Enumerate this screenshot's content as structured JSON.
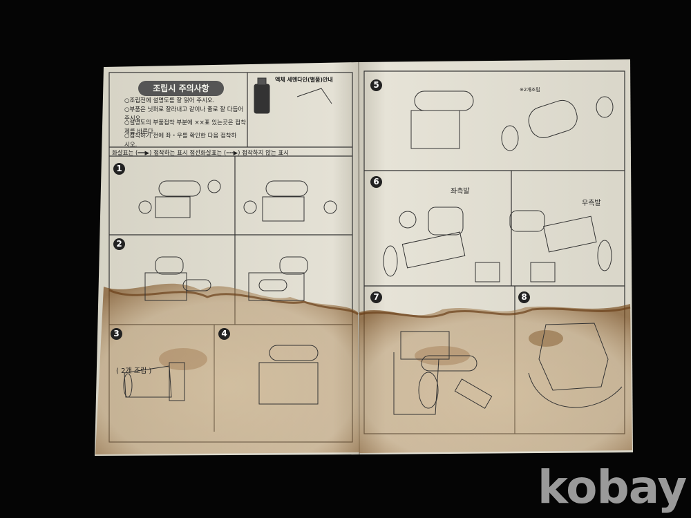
{
  "manual": {
    "title": "조립시 주의사항",
    "notes": [
      "○조립전에 설명도를 잘 읽어 주시오.",
      "○부품은 닛퍼로 잘라내고 같이나 줄로 잘 다듬어 주시오.",
      "○설명도의 부품접착 부분에 ××표 있는곳은 접착제를 바른다.",
      "○접착하기 전에 좌・우를 확인한 다음 접착하시오."
    ],
    "product_title": "액체 세멘다인(별품)안내",
    "legend_text": "화살표는 (━━▶) 접착하는 표시 점선화살표는 (╍╍▶) 접착하지 않는 표시",
    "steps": {
      "s1": "1",
      "s2": "2",
      "s3": "3",
      "s4": "4",
      "s5": "5",
      "s6": "6",
      "s7": "7",
      "s8": "8"
    },
    "labels": {
      "two_assembly": "( 2개 조립 )",
      "left_leg": "좌측발",
      "right_leg": "우측발",
      "two_pcs": "※2개조립"
    }
  },
  "watermark": "kobay",
  "colors": {
    "background": "#050505",
    "paper": "#ddd9cc",
    "stain": "#8a5a2a",
    "ink": "#222222"
  }
}
